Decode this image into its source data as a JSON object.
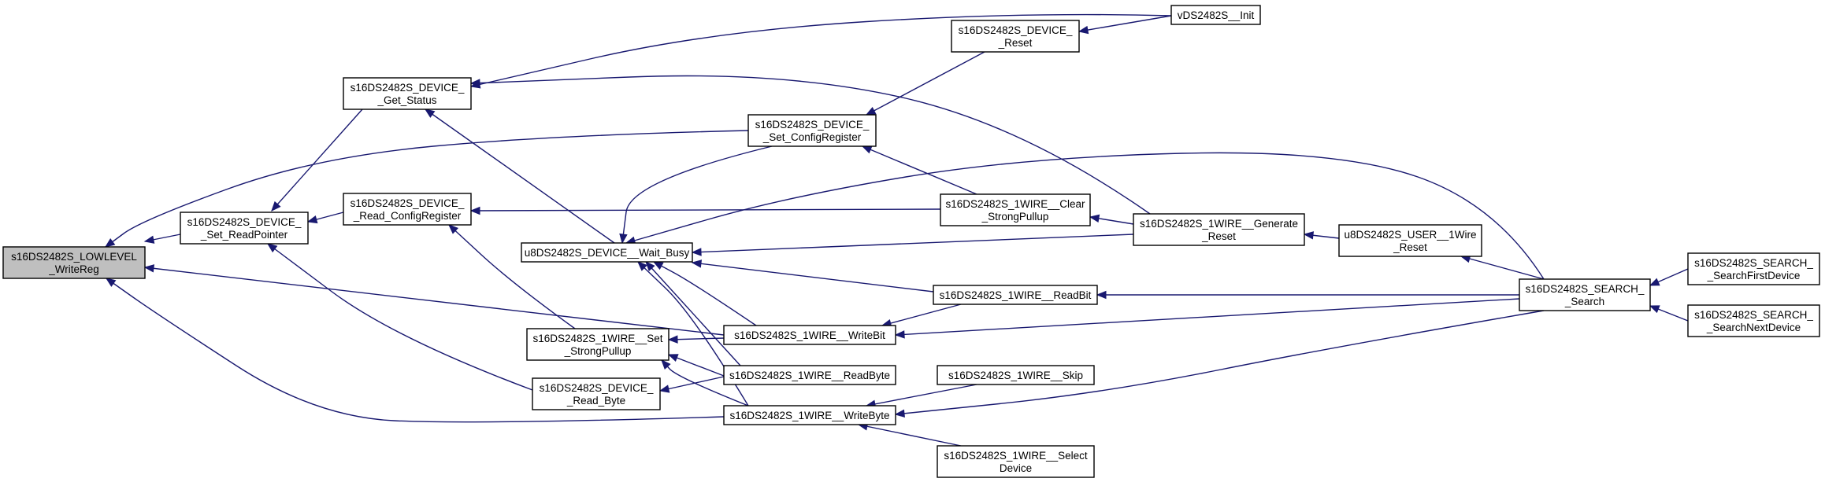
{
  "graph": {
    "colors": {
      "edge": "#191970",
      "node_fill": "#ffffff",
      "root_fill": "#bfbfbf",
      "border": "#000000",
      "background": "#ffffff"
    },
    "nodes": [
      {
        "id": "lowlevel_writereg",
        "lines": [
          "s16DS2482S_LOWLEVEL",
          "_WriteReg"
        ],
        "root": true
      },
      {
        "id": "device_get_status",
        "lines": [
          "s16DS2482S_DEVICE_",
          "_Get_Status"
        ]
      },
      {
        "id": "device_set_readpointer",
        "lines": [
          "s16DS2482S_DEVICE_",
          "_Set_ReadPointer"
        ]
      },
      {
        "id": "device_read_configregister",
        "lines": [
          "s16DS2482S_DEVICE_",
          "_Read_ConfigRegister"
        ]
      },
      {
        "id": "device_wait_busy",
        "lines": [
          "u8DS2482S_DEVICE__Wait_Busy"
        ]
      },
      {
        "id": "onewire_set_strongpullup",
        "lines": [
          "s16DS2482S_1WIRE__Set",
          "_StrongPullup"
        ]
      },
      {
        "id": "device_read_byte",
        "lines": [
          "s16DS2482S_DEVICE_",
          "_Read_Byte"
        ]
      },
      {
        "id": "device_set_configregister",
        "lines": [
          "s16DS2482S_DEVICE_",
          "_Set_ConfigRegister"
        ]
      },
      {
        "id": "onewire_writebit",
        "lines": [
          "s16DS2482S_1WIRE__WriteBit"
        ]
      },
      {
        "id": "onewire_readbyte",
        "lines": [
          "s16DS2482S_1WIRE__ReadByte"
        ]
      },
      {
        "id": "onewire_writebyte",
        "lines": [
          "s16DS2482S_1WIRE__WriteByte"
        ]
      },
      {
        "id": "device_reset",
        "lines": [
          "s16DS2482S_DEVICE_",
          "_Reset"
        ]
      },
      {
        "id": "ds2482_init",
        "lines": [
          "vDS2482S__Init"
        ]
      },
      {
        "id": "onewire_clear_strongpullup",
        "lines": [
          "s16DS2482S_1WIRE__Clear",
          "_StrongPullup"
        ]
      },
      {
        "id": "onewire_readbit",
        "lines": [
          "s16DS2482S_1WIRE__ReadBit"
        ]
      },
      {
        "id": "onewire_skip",
        "lines": [
          "s16DS2482S_1WIRE__Skip"
        ]
      },
      {
        "id": "onewire_select_device",
        "lines": [
          "s16DS2482S_1WIRE__Select",
          "Device"
        ]
      },
      {
        "id": "onewire_generate_reset",
        "lines": [
          "s16DS2482S_1WIRE__Generate",
          "_Reset"
        ]
      },
      {
        "id": "user_1wire_reset",
        "lines": [
          "u8DS2482S_USER__1Wire",
          "_Reset"
        ]
      },
      {
        "id": "search_search",
        "lines": [
          "s16DS2482S_SEARCH_",
          "_Search"
        ]
      },
      {
        "id": "search_searchfirstdevice",
        "lines": [
          "s16DS2482S_SEARCH_",
          "_SearchFirstDevice"
        ]
      },
      {
        "id": "search_searchnextdevice",
        "lines": [
          "s16DS2482S_SEARCH_",
          "_SearchNextDevice"
        ]
      }
    ],
    "edges": [
      {
        "to": "lowlevel_writereg",
        "from": "device_set_readpointer"
      },
      {
        "to": "lowlevel_writereg",
        "from": "device_set_configregister"
      },
      {
        "to": "lowlevel_writereg",
        "from": "onewire_writebit"
      },
      {
        "to": "lowlevel_writereg",
        "from": "onewire_writebyte"
      },
      {
        "to": "device_set_readpointer",
        "from": "device_get_status"
      },
      {
        "to": "device_set_readpointer",
        "from": "device_read_configregister"
      },
      {
        "to": "device_set_readpointer",
        "from": "device_read_byte"
      },
      {
        "to": "device_get_status",
        "from": "ds2482_init"
      },
      {
        "to": "device_get_status",
        "from": "onewire_generate_reset"
      },
      {
        "to": "device_get_status",
        "from": "device_wait_busy"
      },
      {
        "to": "device_read_configregister",
        "from": "onewire_clear_strongpullup"
      },
      {
        "to": "device_read_configregister",
        "from": "onewire_set_strongpullup"
      },
      {
        "to": "device_wait_busy",
        "from": "device_set_configregister"
      },
      {
        "to": "device_wait_busy",
        "from": "search_search"
      },
      {
        "to": "device_wait_busy",
        "from": "onewire_generate_reset"
      },
      {
        "to": "device_wait_busy",
        "from": "onewire_readbit"
      },
      {
        "to": "device_wait_busy",
        "from": "onewire_writebit"
      },
      {
        "to": "device_wait_busy",
        "from": "onewire_readbyte"
      },
      {
        "to": "device_wait_busy",
        "from": "onewire_writebyte"
      },
      {
        "to": "onewire_set_strongpullup",
        "from": "onewire_writebit"
      },
      {
        "to": "onewire_set_strongpullup",
        "from": "onewire_readbyte"
      },
      {
        "to": "onewire_set_strongpullup",
        "from": "onewire_writebyte"
      },
      {
        "to": "device_read_byte",
        "from": "onewire_readbyte"
      },
      {
        "to": "device_set_configregister",
        "from": "device_reset"
      },
      {
        "to": "device_set_configregister",
        "from": "onewire_clear_strongpullup"
      },
      {
        "to": "device_reset",
        "from": "ds2482_init"
      },
      {
        "to": "onewire_clear_strongpullup",
        "from": "onewire_generate_reset"
      },
      {
        "to": "onewire_generate_reset",
        "from": "user_1wire_reset"
      },
      {
        "to": "user_1wire_reset",
        "from": "search_search"
      },
      {
        "to": "onewire_readbit",
        "from": "search_search"
      },
      {
        "to": "onewire_writebit",
        "from": "onewire_readbit"
      },
      {
        "to": "onewire_writebit",
        "from": "search_search"
      },
      {
        "to": "onewire_writebyte",
        "from": "onewire_skip"
      },
      {
        "to": "onewire_writebyte",
        "from": "onewire_select_device"
      },
      {
        "to": "onewire_writebyte",
        "from": "search_search"
      },
      {
        "to": "search_search",
        "from": "search_searchfirstdevice"
      },
      {
        "to": "search_search",
        "from": "search_searchnextdevice"
      }
    ]
  }
}
